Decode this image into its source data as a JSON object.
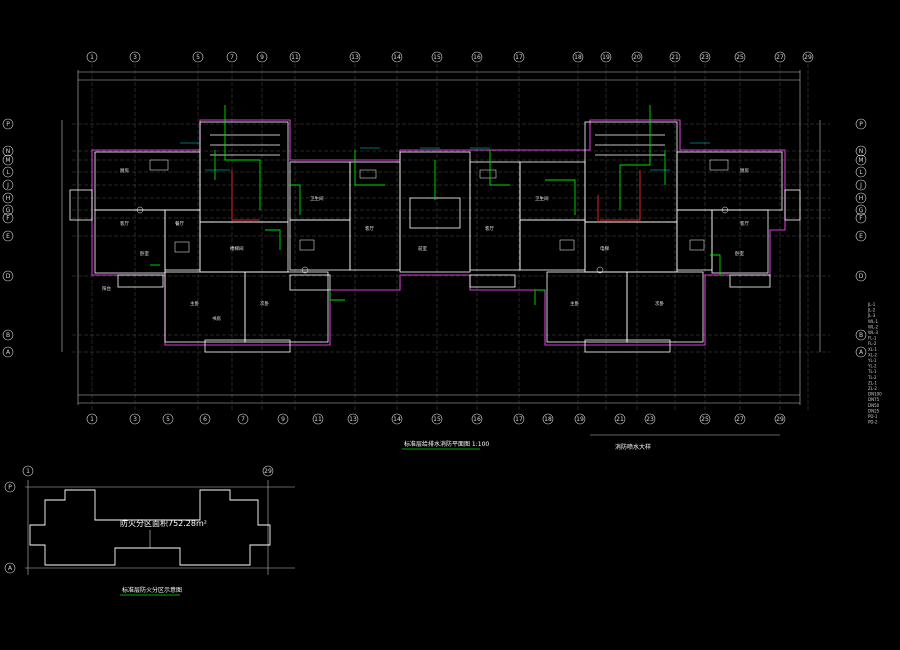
{
  "drawing": {
    "title": "标准层给排水消防平面图 1:100",
    "right_note": "消防喷水大样",
    "subdiagram_area": "防火分区面积752.28m²",
    "subdiagram_title": "标准层防火分区示意图",
    "colors": {
      "background": "#000000",
      "walls": "#ffffff",
      "outline": "#d23cd2",
      "pipes_green": "#00e000",
      "pipes_red": "#e02020",
      "labels_cyan": "#00e0e0",
      "grid": "#8a8a8a"
    }
  },
  "axes": {
    "top_numbers": [
      "1",
      "3",
      "5",
      "7",
      "9",
      "11",
      "13",
      "14",
      "15",
      "16",
      "17",
      "18",
      "19",
      "20",
      "21",
      "23",
      "25",
      "27",
      "29"
    ],
    "bottom_numbers": [
      "1",
      "3",
      "5",
      "6",
      "7",
      "9",
      "11",
      "13",
      "14",
      "15",
      "16",
      "17",
      "18",
      "19",
      "21",
      "23",
      "25",
      "27",
      "29"
    ],
    "left_letters": [
      "P",
      "N",
      "M",
      "L",
      "J",
      "H",
      "G",
      "F",
      "E",
      "D",
      "B",
      "A"
    ],
    "right_letters": [
      "P",
      "N",
      "M",
      "L",
      "J",
      "H",
      "G",
      "F",
      "E",
      "D",
      "B",
      "A"
    ],
    "sub_top": [
      "1",
      "29"
    ],
    "sub_left": [
      "P",
      "A"
    ]
  },
  "rooms": [
    {
      "id": "r1",
      "label": "卧室"
    },
    {
      "id": "r2",
      "label": "厨房"
    },
    {
      "id": "r3",
      "label": "客厅"
    },
    {
      "id": "r4",
      "label": "餐厅"
    },
    {
      "id": "r5",
      "label": "卫生间"
    },
    {
      "id": "r6",
      "label": "主卧"
    },
    {
      "id": "r7",
      "label": "阳台"
    },
    {
      "id": "r8",
      "label": "书房"
    },
    {
      "id": "r9",
      "label": "次卧"
    },
    {
      "id": "r10",
      "label": "前室"
    },
    {
      "id": "r11",
      "label": "电梯"
    },
    {
      "id": "r12",
      "label": "楼梯间"
    }
  ],
  "legend_lines": [
    "JL-1",
    "JL-2",
    "JL-3",
    "WL-1",
    "WL-2",
    "WL-3",
    "FL-1",
    "FL-2",
    "XL-1",
    "XL-2",
    "YL-1",
    "YL-2",
    "TL-1",
    "TL-2",
    "ZL-1",
    "ZL-2",
    "DN100",
    "DN75",
    "DN50",
    "DN25",
    "PD-1",
    "PD-2"
  ]
}
